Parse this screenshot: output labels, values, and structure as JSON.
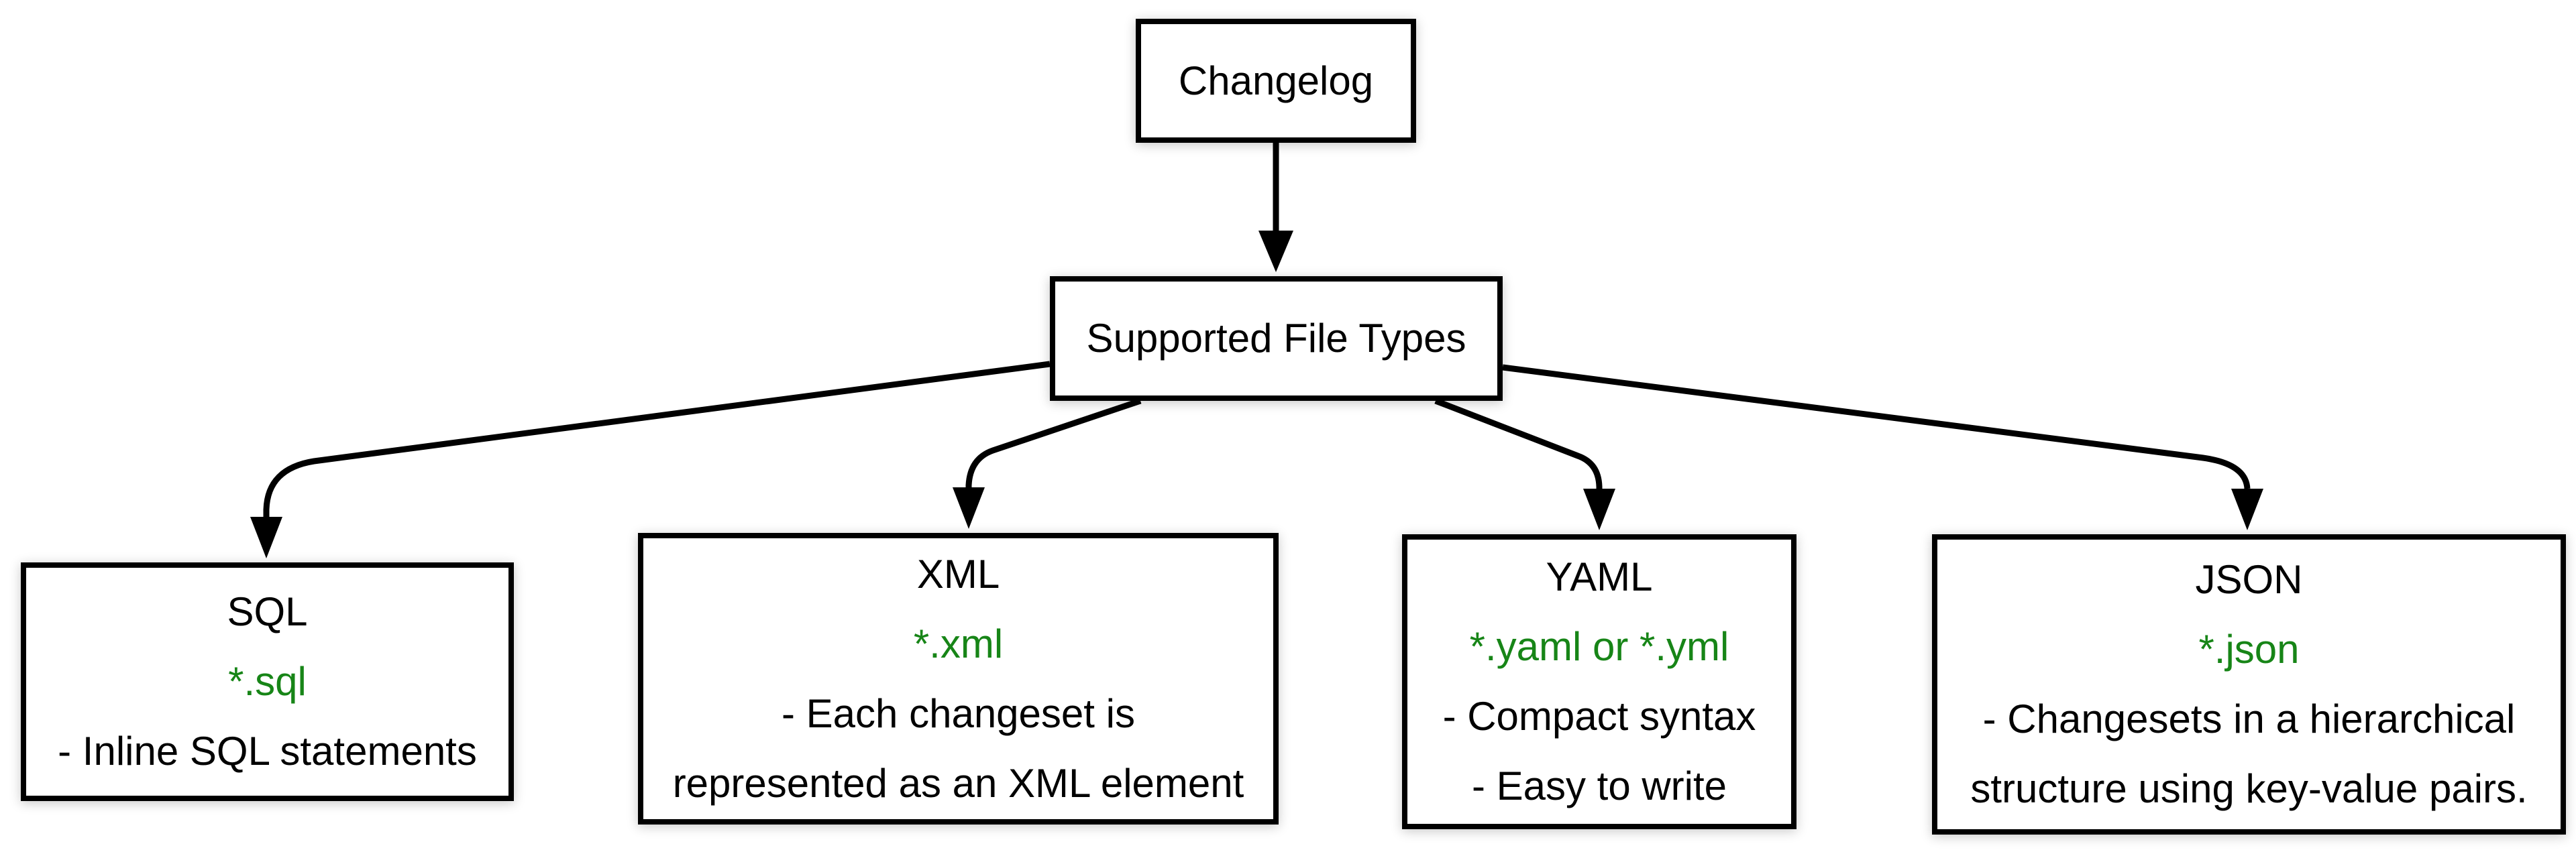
{
  "colors": {
    "extension_green": "#178517",
    "line_black": "#000000",
    "box_border": "#000000",
    "background": "#ffffff"
  },
  "nodes": {
    "root": {
      "label": "Changelog"
    },
    "hub": {
      "label": "Supported File Types"
    }
  },
  "file_types": [
    {
      "name": "SQL",
      "extensions": "*.sql",
      "notes": "- Inline SQL statements"
    },
    {
      "name": "XML",
      "extensions": "*.xml",
      "notes": "- Each changeset is\nrepresented as an XML element"
    },
    {
      "name": "YAML",
      "extensions": "*.yaml or *.yml",
      "notes": "- Compact syntax\n- Easy to write"
    },
    {
      "name": "JSON",
      "extensions": "*.json",
      "notes": "- Changesets in a hierarchical\nstructure using key-value pairs."
    }
  ]
}
